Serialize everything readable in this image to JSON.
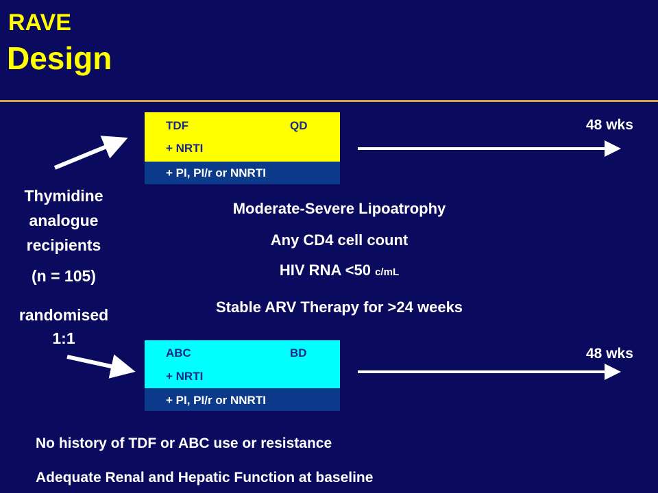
{
  "title": {
    "line1": "RAVE",
    "line2": "Design"
  },
  "arms": [
    {
      "drug": "TDF",
      "dose": "QD",
      "nrti": "+ NRTI",
      "backbone": "+ PI, PI/r or NNRTI",
      "duration": "48 wks",
      "color": "#ffff00"
    },
    {
      "drug": "ABC",
      "dose": "BD",
      "nrti": "+ NRTI",
      "backbone": "+ PI, PI/r or NNRTI",
      "duration": "48 wks",
      "color": "#00ffff"
    }
  ],
  "population": {
    "line1": "Thymidine",
    "line2": "analogue",
    "line3": "recipients",
    "n": "(n = 105)",
    "randomised": "randomised",
    "ratio": "1:1"
  },
  "criteria": {
    "lipoatrophy": "Moderate-Severe Lipoatrophy",
    "cd4": "Any CD4 cell count",
    "hiv_rna": "HIV RNA <50",
    "hiv_rna_unit": "c/mL",
    "stable": "Stable ARV Therapy for >24 weeks"
  },
  "footer": {
    "line1": "No history of TDF or ABC use or resistance",
    "line2": "Adequate Renal and Hepatic Function at baseline"
  },
  "colors": {
    "background": "#0a0a5e",
    "title": "#ffff00",
    "divider": "#d4a24a",
    "box_bottom": "#0b3a8a"
  }
}
